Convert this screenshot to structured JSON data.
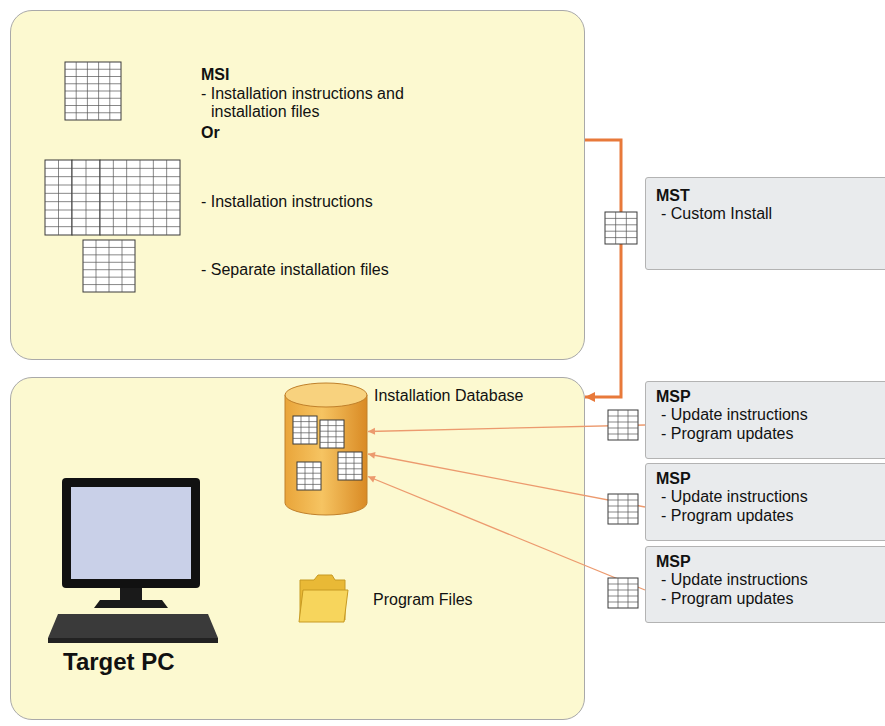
{
  "diagram": {
    "nodes": [
      {
        "text": [
          "MSI",
          "- Installation instructions and installation files",
          "Or",
          "- Installation instructions",
          "- Separate installation files"
        ]
      },
      {
        "text": [
          "Target PC",
          "Program Files"
        ]
      },
      {
        "text": [
          "Installation Database"
        ],
        "in": 1
      },
      {
        "text": [
          "MST",
          "- Custom Install"
        ]
      },
      {
        "text": [
          "MSP",
          "- Update instructions",
          "- Program updates"
        ]
      },
      {
        "text": [
          "MSP",
          "- Update instructions",
          "- Program updates"
        ]
      },
      {
        "text": [
          "MSP",
          "- Update instructions",
          "- Program updates"
        ]
      }
    ],
    "edges": [
      {
        "from": 0,
        "to": 1,
        "arrow": "to"
      },
      {
        "from": 4,
        "to": 2,
        "arrow": "to"
      },
      {
        "from": 5,
        "to": 2,
        "arrow": "to"
      },
      {
        "from": 6,
        "to": 2,
        "arrow": "to"
      }
    ]
  }
}
